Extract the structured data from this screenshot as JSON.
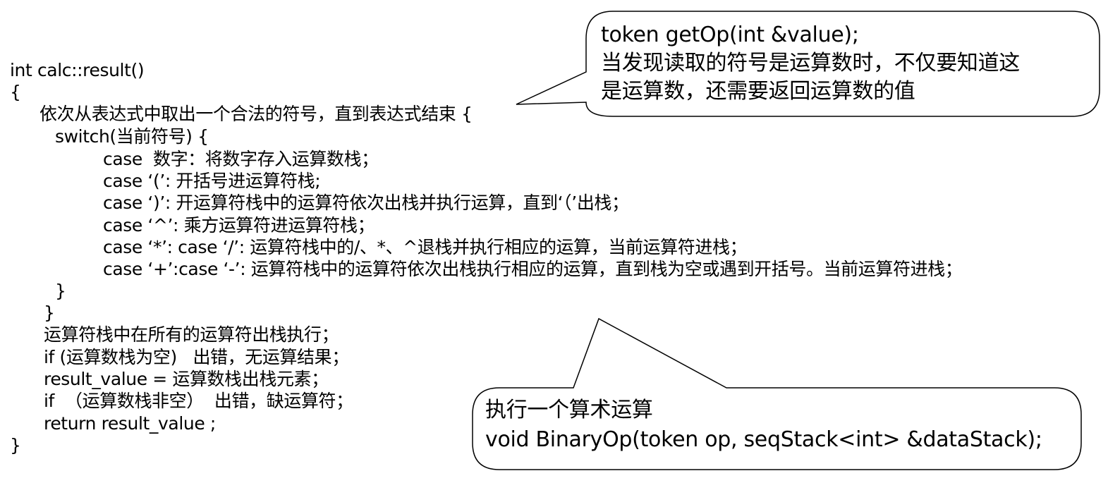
{
  "code": {
    "lines": [
      "int calc::result()",
      "{",
      "依次从表达式中取出一个合法的符号，直到表达式结束 {",
      "switch(当前符号) {",
      "case  数字：将数字存入运算数栈；",
      "case ‘(’: 开括号进运算符栈;",
      "case ‘)’: 开运算符栈中的运算符依次出栈并执行运算，直到‘（’出栈；",
      "case ‘^’: 乘方运算符进运算符栈；",
      "case ‘*’: case ‘/’: 运算符栈中的/、*、^退栈并执行相应的运算，当前运算符进栈；",
      "case ‘+’:case ‘-’: 运算符栈中的运算符依次出栈执行相应的运算，直到栈为空或遇到开括号。当前运算符进栈；",
      "}",
      "}",
      "运算符栈中在所有的运算符出栈执行；",
      "if (运算数栈为空)   出错，无运算结果；",
      "result_value = 运算数栈出栈元素；",
      "if  （运算数栈非空）  出错，缺运算符；",
      "return result_value ;",
      "}"
    ]
  },
  "callouts": {
    "getop": {
      "line1": "token getOp(int &value);",
      "line2": "当发现读取的符号是运算数时，不仅要知道这",
      "line3": "是运算数，还需要返回运算数的值"
    },
    "binaryop": {
      "line1": "执行一个算术运算",
      "line2": "void BinaryOp(token op, seqStack<int> &dataStack);"
    }
  },
  "colors": {
    "text": "#000000",
    "callout_border": "#000000",
    "background": "#ffffff"
  }
}
